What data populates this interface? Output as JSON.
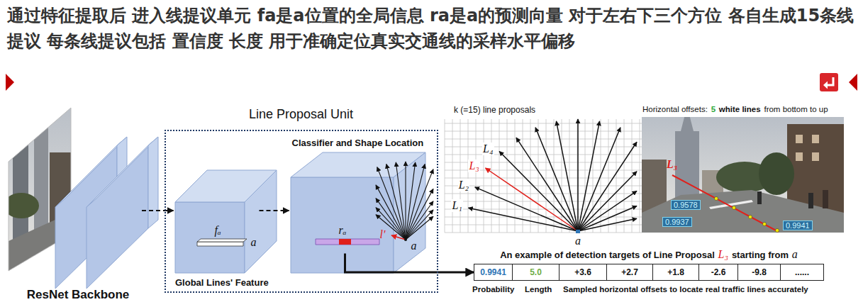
{
  "diagram": {
    "title": "通过特征提取后 进入线提议单元 fa是a位置的全局信息 ra是a的预测向量 对于左右下三个方位 各自生成15条线提议 每条线提议包括 置信度 长度 用于准确定位真实交通线的采样水平偏移",
    "nodes": [
      {
        "text": [
          "ResNet Backbone"
        ]
      },
      {
        "text": [
          "Line Proposal Unit"
        ]
      },
      {
        "text": [
          "fₐ",
          "a"
        ],
        "in": 1
      },
      {
        "text": [
          "Classifier and Shape Location",
          "rₐ",
          "a",
          "l'"
        ],
        "in": 1
      },
      {
        "text": [
          "0.9941",
          "5.0",
          "+3.6",
          "+2.7",
          "+1.8",
          "-2.6",
          "-9.8",
          "......"
        ]
      }
    ],
    "edges": [
      {
        "from": 0,
        "to": 2,
        "arrow": "to"
      },
      {
        "from": 2,
        "to": 3,
        "arrow": "to"
      },
      {
        "from": 3,
        "to": 4,
        "arrow": "to"
      }
    ],
    "labels": [
      "Global Lines' Feature",
      "k (=15) line proposals",
      "L₁",
      "L₂",
      "L₃",
      "L₄",
      "a",
      "Horizontal offsets:",
      "5",
      "white lines",
      "from bottom to up",
      "L₃",
      "0.9578",
      "0.9937",
      "0.9941",
      "An example of detection targets of Line Proposal",
      "L₃",
      "starting from",
      "a",
      "Probability",
      "Length",
      "Sampled horizontal offsets to locate real traffic lines accurately"
    ]
  }
}
